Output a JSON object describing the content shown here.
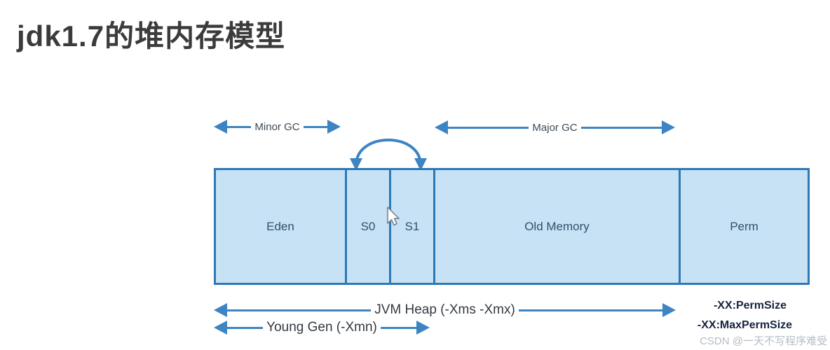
{
  "page": {
    "title": "jdk1.7的堆内存模型",
    "watermark": "CSDN @一天不写程序难受"
  },
  "diagram": {
    "arrows": {
      "minor_gc": "Minor GC",
      "major_gc": "Major GC",
      "jvm_heap": "JVM Heap (-Xms -Xmx)",
      "young_gen": "Young Gen (-Xmn)"
    },
    "regions": [
      {
        "label": "Eden"
      },
      {
        "label": "S0"
      },
      {
        "label": "S1"
      },
      {
        "label": "Old Memory"
      },
      {
        "label": "Perm"
      }
    ],
    "perm_flags": {
      "perm_size": "-XX:PermSize",
      "max_perm_size": "-XX:MaxPermSize"
    },
    "colors": {
      "box_fill": "#c6e2f4",
      "box_border": "#2e78b6",
      "arrow_blue": "#3c84c2",
      "title_text": "#3b3b3b",
      "flag_text": "#16233f",
      "watermark_text": "#b5bcc4"
    }
  }
}
